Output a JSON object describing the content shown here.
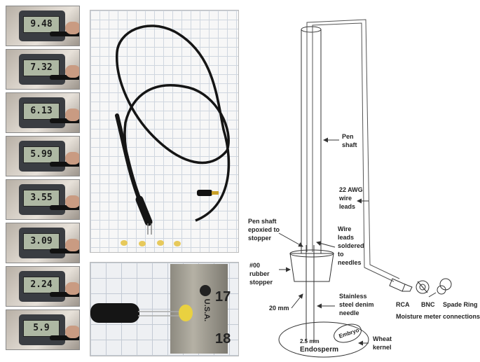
{
  "meter_photos": {
    "readings": [
      "9.48",
      "7.32",
      "6.13",
      "5.99",
      "3.55",
      "3.09",
      "2.24",
      "5.9"
    ]
  },
  "closeup_photo": {
    "ruler_numbers": [
      "17",
      "18"
    ],
    "ruler_text": "U.S.A."
  },
  "diagram": {
    "labels": {
      "pen_shaft_1": "Pen",
      "pen_shaft_2": "shaft",
      "awg_1": "22 AWG",
      "awg_2": "wire",
      "awg_3": "leads",
      "epoxy_1": "Pen shaft",
      "epoxy_2": "epoxied to",
      "epoxy_3": "stopper",
      "solder_1": "Wire",
      "solder_2": "leads",
      "solder_3": "soldered",
      "solder_4": "to",
      "solder_5": "needles",
      "stopper_1": "#00",
      "stopper_2": "rubber",
      "stopper_3": "stopper",
      "needle_1": "Stainless",
      "needle_2": "steel denim",
      "needle_3": "needle",
      "depth": "20 mm",
      "spacing": "2.5 mm",
      "endosperm": "Endosperm",
      "embryo": "Embryo",
      "kernel_1": "Wheat",
      "kernel_2": "kernel",
      "rca": "RCA",
      "bnc": "BNC",
      "spade": "Spade Ring",
      "connections": "Moisture meter connections"
    }
  }
}
